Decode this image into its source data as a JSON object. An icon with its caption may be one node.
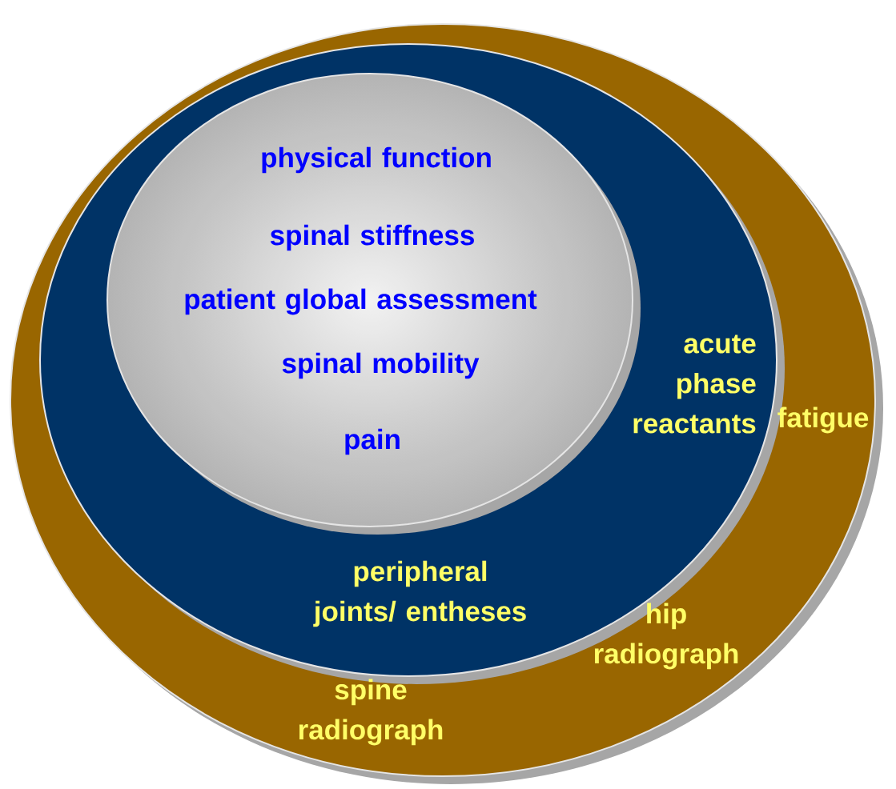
{
  "diagram": {
    "nodes": [
      {
        "text": [
          "fatigue",
          "hip radiograph",
          "spine radiograph"
        ]
      },
      {
        "text": [
          "acute phase reactants",
          "peripheral joints/ entheses"
        ],
        "in": 0
      },
      {
        "text": [
          "physical function",
          "spinal stiffness",
          "patient global assessment",
          "spinal mobility",
          "pain"
        ],
        "in": 1
      }
    ]
  }
}
